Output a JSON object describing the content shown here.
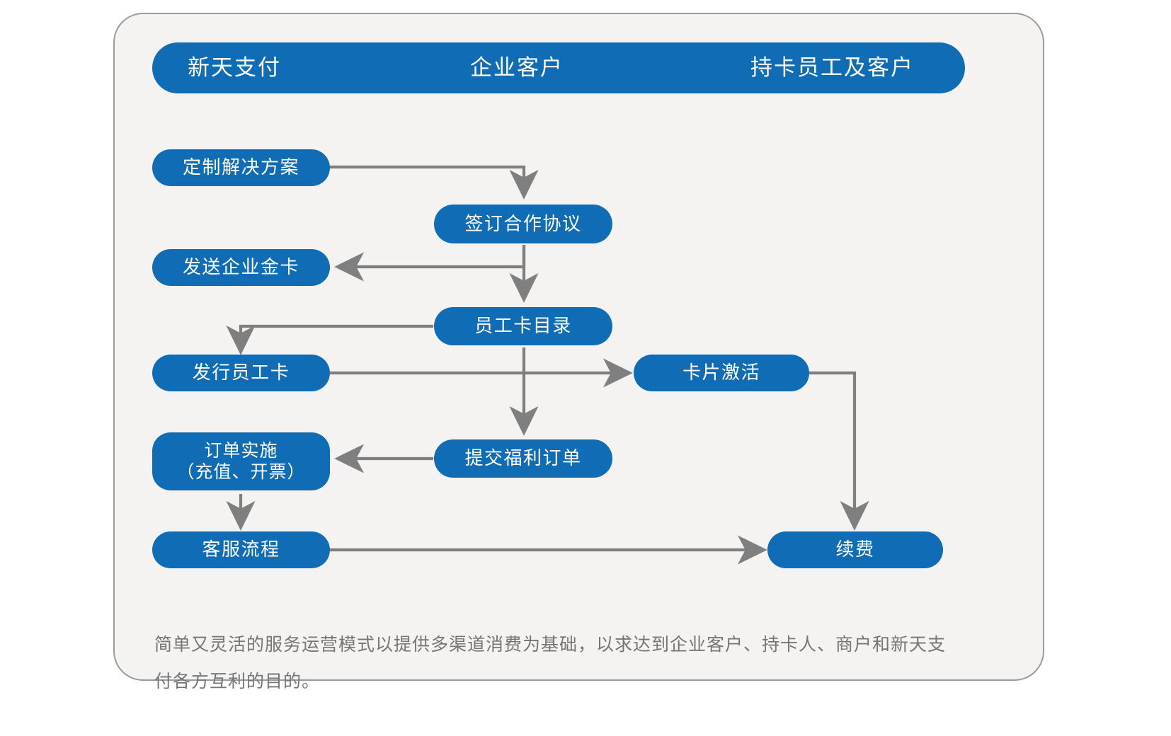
{
  "diagram": {
    "title_lanes": [
      {
        "label": "新天支付"
      },
      {
        "label": "企业客户"
      },
      {
        "label": "持卡员工及客户"
      }
    ],
    "accent_color": "#0f6cb5",
    "panel_background": "#f4f3f1",
    "edge_color": "#7f7f7f",
    "caption_color": "#757575",
    "nodes": [
      {
        "id": "custom-solution",
        "label": "定制解决方案"
      },
      {
        "id": "sign-agreement",
        "label": "签订合作协议"
      },
      {
        "id": "send-gold-card",
        "label": "发送企业金卡"
      },
      {
        "id": "employee-card-list",
        "label": "员工卡目录"
      },
      {
        "id": "issue-employee-card",
        "label": "发行员工卡"
      },
      {
        "id": "card-activation",
        "label": "卡片激活"
      },
      {
        "id": "order-execution",
        "label": "订单实施\n（充值、开票）"
      },
      {
        "id": "submit-benefit-order",
        "label": "提交福利订单"
      },
      {
        "id": "customer-service",
        "label": "客服流程"
      },
      {
        "id": "renewal",
        "label": "续费"
      }
    ],
    "caption": "简单又灵活的服务运营模式以提供多渠道消费为基础，以求达到企业客户、持卡人、商户和新天支付各方互利的目的。"
  }
}
